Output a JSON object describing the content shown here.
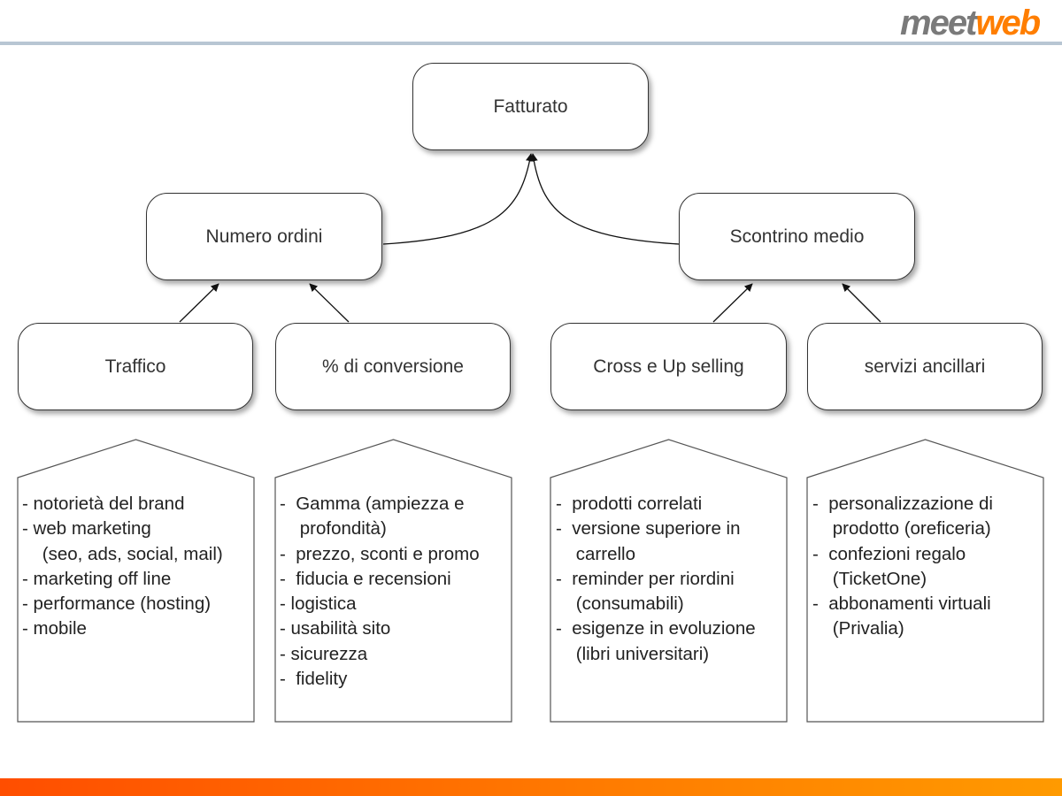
{
  "brand": {
    "logo_part1": "meet",
    "logo_part2": "web",
    "color_grey": "#7a7a7a",
    "color_orange": "#ff7e00"
  },
  "nodes": {
    "root": "Fatturato",
    "left": "Numero ordini",
    "right": "Scontrino medio",
    "leaf1": "Traffico",
    "leaf2": "% di conversione",
    "leaf3": "Cross e Up selling",
    "leaf4": "servizi ancillari"
  },
  "boxes": {
    "traffico": [
      "- notorietà del brand",
      "-  web marketing",
      "    (seo, ads, social, mail)",
      "- marketing off line",
      "- performance (hosting)",
      "- mobile"
    ],
    "conversione": [
      "-  Gamma (ampiezza e",
      "    profondità)",
      "-  prezzo, sconti e promo",
      "-  fiducia e recensioni",
      "- logistica",
      "- usabilità sito",
      "- sicurezza",
      "-  fidelity"
    ],
    "cross": [
      "-  prodotti correlati",
      "-  versione superiore in",
      "    carrello",
      "-  reminder per riordini",
      "    (consumabili)",
      "-  esigenze in evoluzione",
      "    (libri universitari)"
    ],
    "servizi": [
      "-  personalizzazione di",
      "    prodotto (oreficeria)",
      "-  confezioni regalo",
      "    (TicketOne)",
      "-  abbonamenti virtuali",
      "    (Privalia)"
    ]
  }
}
